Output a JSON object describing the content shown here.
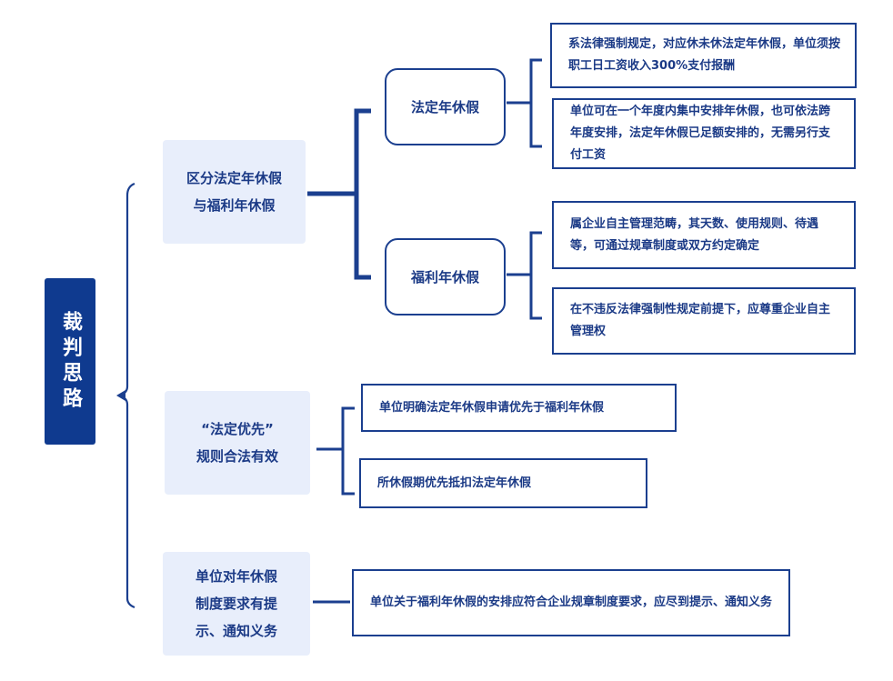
{
  "colors": {
    "primary": "#0f3a8f",
    "line": "#1b3f8f",
    "node_fill": "#e8eefb",
    "text": "#1b3a86"
  },
  "root": {
    "label": "裁判思路"
  },
  "branches": [
    {
      "label": "区分法定年休假\n与福利年休假",
      "children": [
        {
          "label": "法定年休假",
          "leaves": [
            "系法律强制规定，对应休未休法定年休假，单位须按职工日工资收入300%支付报酬",
            "单位可在一个年度内集中安排年休假，也可依法跨年度安排，法定年休假已足额安排的，无需另行支付工资"
          ]
        },
        {
          "label": "福利年休假",
          "leaves": [
            "属企业自主管理范畴，其天数、使用规则、待遇等，可通过规章制度或双方约定确定",
            "在不违反法律强制性规定前提下，应尊重企业自主管理权"
          ]
        }
      ]
    },
    {
      "label": "“法定优先”\n规则合法有效",
      "leaves": [
        "单位明确法定年休假申请优先于福利年休假",
        "所休假期优先抵扣法定年休假"
      ]
    },
    {
      "label": "单位对年休假\n制度要求有提\n示、通知义务",
      "leaves": [
        "单位关于福利年休假的安排应符合企业规章制度要求，应尽到提示、通知义务"
      ]
    }
  ]
}
